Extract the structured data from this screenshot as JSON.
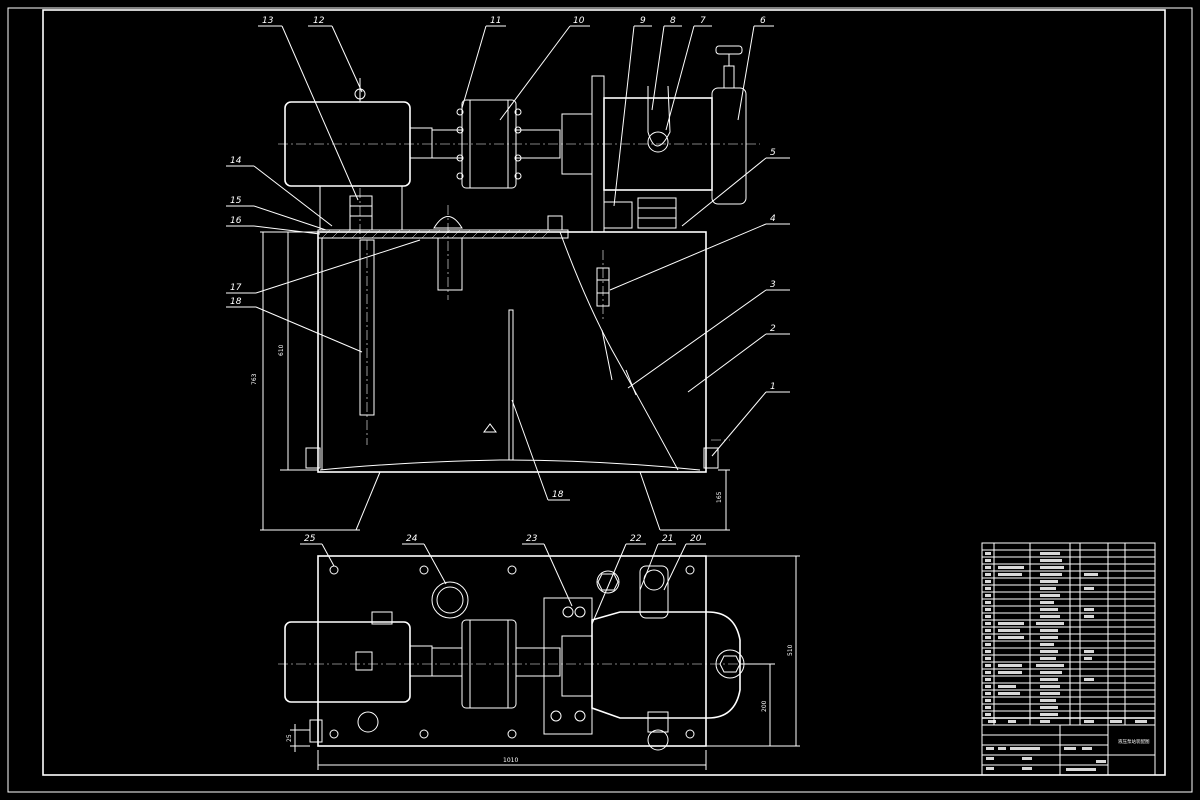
{
  "callouts": {
    "c1": "1",
    "c2": "2",
    "c3": "3",
    "c4": "4",
    "c5": "5",
    "c6": "6",
    "c7": "7",
    "c8": "8",
    "c9": "9",
    "c10": "10",
    "c11": "11",
    "c12": "12",
    "c13": "13",
    "c14": "14",
    "c15": "15",
    "c16": "16",
    "c17": "17",
    "c18": "18",
    "c18b": "18",
    "c20": "20",
    "c21": "21",
    "c22": "22",
    "c23": "23",
    "c24": "24",
    "c25": "25"
  },
  "dimensions": {
    "height_left": "763",
    "height_inner": "610",
    "base_offset": "165",
    "total_length": "1010",
    "plan_width": "510",
    "plan_inner": "200",
    "small_offset": "25"
  },
  "title_block": {
    "drawing_name": "液压泵站装配图"
  },
  "colors": {
    "background": "#000000",
    "line": "#ffffff"
  }
}
